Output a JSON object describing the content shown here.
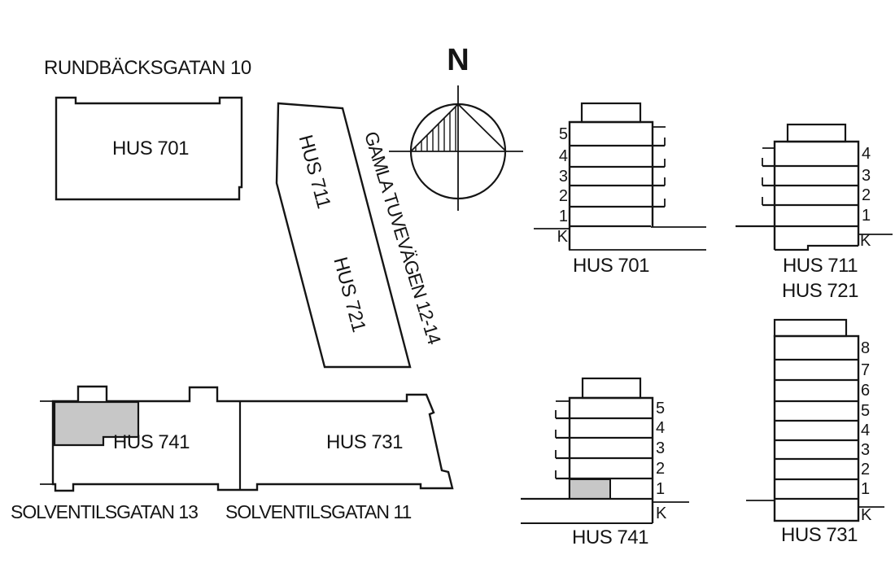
{
  "colors": {
    "line": "#151515",
    "highlight": "#c7c7c7",
    "background": "#ffffff"
  },
  "plan": {
    "street_top": "RUNDBÄCKSGATAN 10",
    "street_diagonal": "GAMLA TUVEVÄGEN 12-14",
    "street_bottom_left": "SOLVENTILSGATAN 13",
    "street_bottom_right": "SOLVENTILSGATAN 11",
    "hus701_label": "HUS 701",
    "hus711_label": "HUS 711",
    "hus721_label": "HUS 721",
    "hus741_label": "HUS 741",
    "hus731_label": "HUS 731",
    "compass_north": "N"
  },
  "elevations": {
    "hus701": {
      "title": "HUS 701",
      "floors": [
        "5",
        "4",
        "3",
        "2",
        "1"
      ],
      "basement": "K"
    },
    "hus711_721": {
      "title_line1": "HUS 711",
      "title_line2": "HUS 721",
      "floors": [
        "4",
        "3",
        "2",
        "1"
      ],
      "basement": "K"
    },
    "hus741": {
      "title": "HUS 741",
      "floors": [
        "5",
        "4",
        "3",
        "2",
        "1"
      ],
      "basement": "K"
    },
    "hus731": {
      "title": "HUS 731",
      "floors": [
        "8",
        "7",
        "6",
        "5",
        "4",
        "3",
        "2",
        "1"
      ],
      "basement": "K"
    }
  }
}
